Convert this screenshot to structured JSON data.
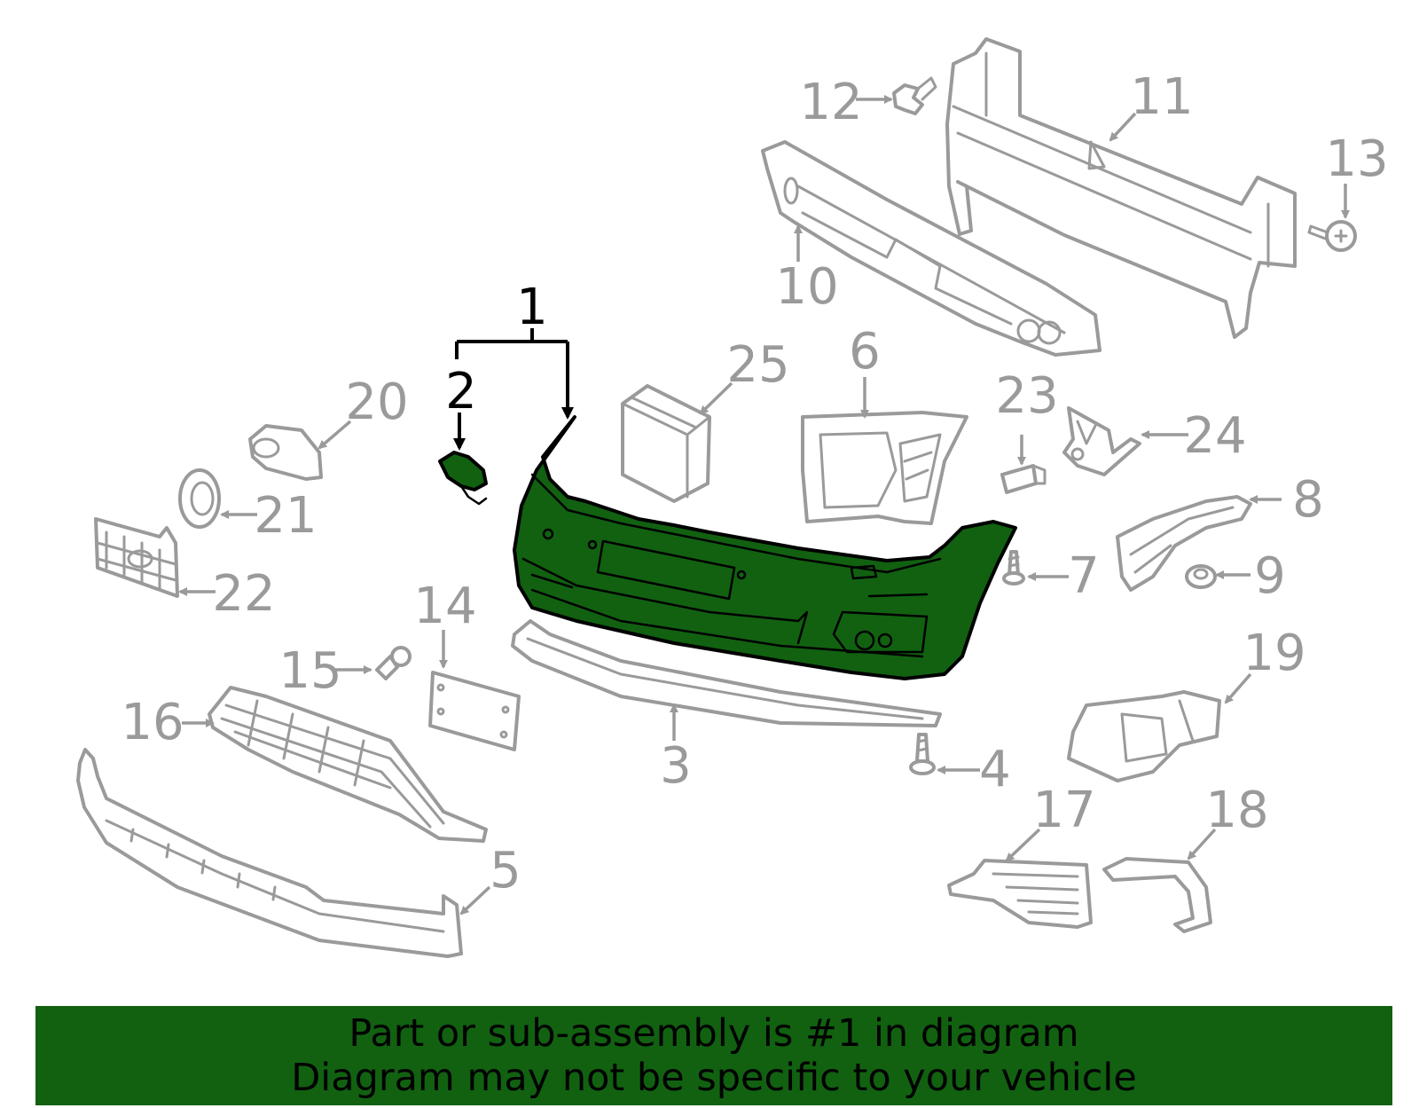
{
  "colors": {
    "highlight_fill": "#116111",
    "highlight_outline": "#000000",
    "part_outline": "#9a9a9a",
    "banner_background": "#116111"
  },
  "callouts": {
    "c1": "1",
    "c2": "2",
    "c3": "3",
    "c4": "4",
    "c5": "5",
    "c6": "6",
    "c7": "7",
    "c8": "8",
    "c9": "9",
    "c10": "10",
    "c11": "11",
    "c12": "12",
    "c13": "13",
    "c14": "14",
    "c15": "15",
    "c16": "16",
    "c17": "17",
    "c18": "18",
    "c19": "19",
    "c20": "20",
    "c21": "21",
    "c22": "22",
    "c23": "23",
    "c24": "24",
    "c25": "25"
  },
  "highlighted_part": "1",
  "banner": {
    "line1": "Part or sub-assembly is #1 in diagram",
    "line2": "Diagram may not be specific to your vehicle"
  }
}
